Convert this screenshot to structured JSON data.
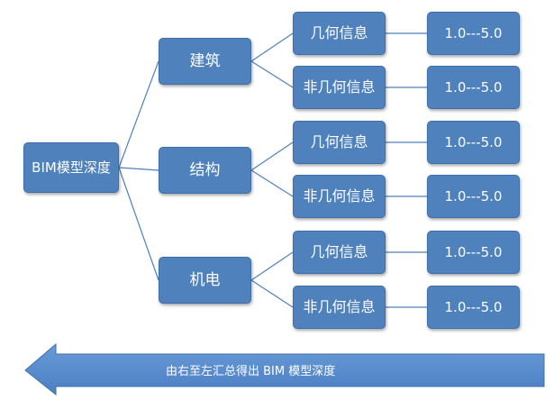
{
  "root": {
    "label": "BIM模型深度"
  },
  "disciplines": [
    {
      "label": "建筑",
      "children": [
        {
          "label": "几何信息",
          "range": "1.0---5.0"
        },
        {
          "label": "非几何信息",
          "range": "1.0---5.0"
        }
      ]
    },
    {
      "label": "结构",
      "children": [
        {
          "label": "几何信息",
          "range": "1.0---5.0"
        },
        {
          "label": "非几何信息",
          "range": "1.0---5.0"
        }
      ]
    },
    {
      "label": "机电",
      "children": [
        {
          "label": "几何信息",
          "range": "1.0---5.0"
        },
        {
          "label": "非几何信息",
          "range": "1.0---5.0"
        }
      ]
    }
  ],
  "arrow": {
    "label": "由右至左汇总得出 BIM 模型深度"
  },
  "colors": {
    "box_fill": "#4f81bd",
    "line": "#4f81bd",
    "arrow_fill": "#5a8ed0"
  }
}
